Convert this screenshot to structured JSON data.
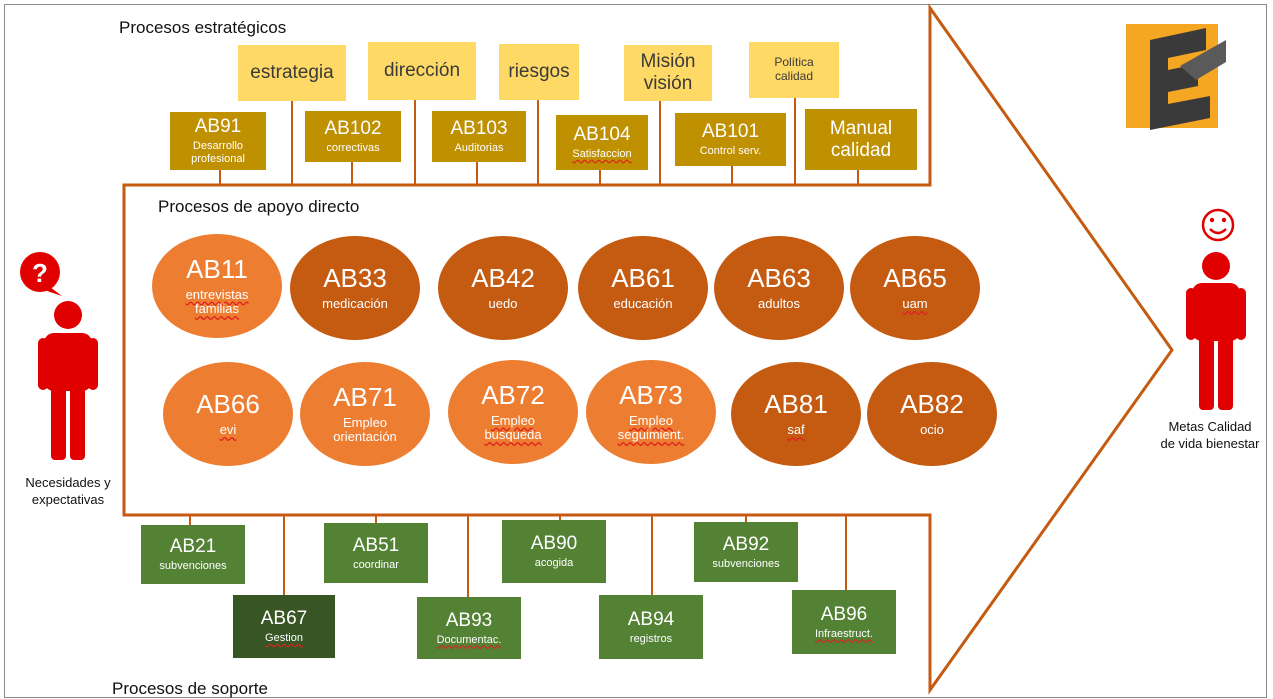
{
  "sections": {
    "strategic": "Procesos estratégicos",
    "direct": "Procesos de apoyo directo",
    "support": "Procesos de soporte"
  },
  "strategic_topics": [
    "estrategia",
    "dirección",
    "riesgos",
    "Misión visión",
    "Política calidad"
  ],
  "strategic_processes": [
    {
      "code": "AB91",
      "label": "Desarrollo profesional"
    },
    {
      "code": "AB102",
      "label": "correctivas"
    },
    {
      "code": "AB103",
      "label": "Auditorias"
    },
    {
      "code": "AB104",
      "label": "Satisfaccion"
    },
    {
      "code": "AB101",
      "label": "Control serv."
    },
    {
      "code": "Manual",
      "label": "calidad"
    }
  ],
  "direct_processes": [
    {
      "code": "AB11",
      "label": "entrevistas familias",
      "tone": "light"
    },
    {
      "code": "AB33",
      "label": "medicación",
      "tone": "dark"
    },
    {
      "code": "AB42",
      "label": "uedo",
      "tone": "dark"
    },
    {
      "code": "AB61",
      "label": "educación",
      "tone": "dark"
    },
    {
      "code": "AB63",
      "label": "adultos",
      "tone": "dark"
    },
    {
      "code": "AB65",
      "label": "uam",
      "tone": "dark"
    },
    {
      "code": "AB66",
      "label": "evi",
      "tone": "light"
    },
    {
      "code": "AB71",
      "label": "Empleo orientación",
      "tone": "light"
    },
    {
      "code": "AB72",
      "label": "Empleo busqueda",
      "tone": "light"
    },
    {
      "code": "AB73",
      "label": "Empleo seguimient.",
      "tone": "light"
    },
    {
      "code": "AB81",
      "label": "saf",
      "tone": "dark"
    },
    {
      "code": "AB82",
      "label": "ocio",
      "tone": "dark"
    }
  ],
  "support_processes": [
    {
      "code": "AB21",
      "label": "subvenciones"
    },
    {
      "code": "AB51",
      "label": "coordinar"
    },
    {
      "code": "AB90",
      "label": "acogida"
    },
    {
      "code": "AB92",
      "label": "subvenciones"
    },
    {
      "code": "AB67",
      "label": "Gestion"
    },
    {
      "code": "AB93",
      "label": "Documentac."
    },
    {
      "code": "AB94",
      "label": "registros"
    },
    {
      "code": "AB96",
      "label": "Infraestruct."
    }
  ],
  "input": {
    "label": "Necesidades y expectativas",
    "badge": "?"
  },
  "output": {
    "label": "Metas Calidad de vida bienestar"
  },
  "colors": {
    "arrow": "#C55A11",
    "gold": "#BF9000",
    "yellow": "#FFD966",
    "orange_light": "#ED7D31",
    "orange_dark": "#C55A11",
    "green": "#548235",
    "green_dark": "#375623",
    "figure": "#E00000"
  },
  "icons": [
    "question-icon",
    "smiley-icon",
    "person-icon",
    "logo"
  ]
}
